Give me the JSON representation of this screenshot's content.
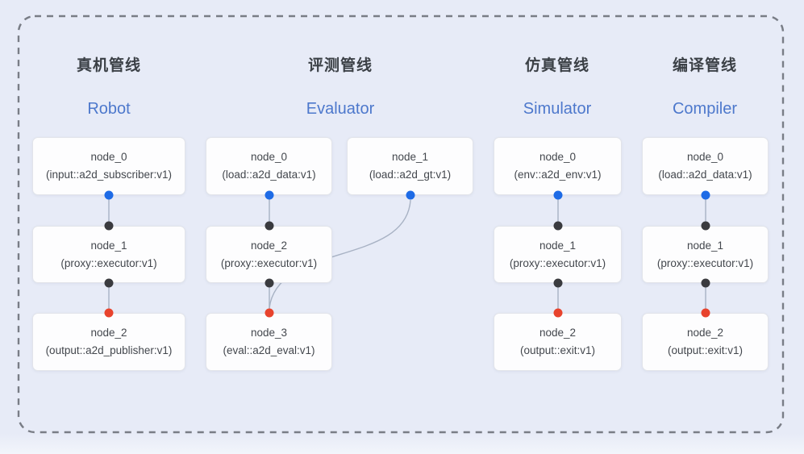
{
  "pipelines": [
    {
      "title_zh": "真机管线",
      "title_en": "Robot",
      "nodes": [
        {
          "name": "node_0",
          "type": "(input::a2d_subscriber:v1)"
        },
        {
          "name": "node_1",
          "type": "(proxy::executor:v1)"
        },
        {
          "name": "node_2",
          "type": "(output::a2d_publisher:v1)"
        }
      ]
    },
    {
      "title_zh": "评测管线",
      "title_en": "Evaluator",
      "nodes": [
        {
          "name": "node_0",
          "type": "(load::a2d_data:v1)"
        },
        {
          "name": "node_1",
          "type": "(load::a2d_gt:v1)"
        },
        {
          "name": "node_2",
          "type": "(proxy::executor:v1)"
        },
        {
          "name": "node_3",
          "type": "(eval::a2d_eval:v1)"
        }
      ]
    },
    {
      "title_zh": "仿真管线",
      "title_en": "Simulator",
      "nodes": [
        {
          "name": "node_0",
          "type": "(env::a2d_env:v1)"
        },
        {
          "name": "node_1",
          "type": "(proxy::executor:v1)"
        },
        {
          "name": "node_2",
          "type": "(output::exit:v1)"
        }
      ]
    },
    {
      "title_zh": "编译管线",
      "title_en": "Compiler",
      "nodes": [
        {
          "name": "node_0",
          "type": "(load::a2d_data:v1)"
        },
        {
          "name": "node_1",
          "type": "(proxy::executor:v1)"
        },
        {
          "name": "node_2",
          "type": "(output::exit:v1)"
        }
      ]
    }
  ],
  "colors": {
    "background": "#e7ebf7",
    "dashed_border": "#797d86",
    "title_text": "#3b4046",
    "subtitle_blue": "#4d78cc",
    "node_background": "#fdfdfe",
    "node_border": "#e2e4ea",
    "node_text": "#43474d",
    "edge_line": "#a8b2c4",
    "port_blue": "#1e6be6",
    "port_dark": "#3a3b3f",
    "port_red": "#e8432d"
  }
}
